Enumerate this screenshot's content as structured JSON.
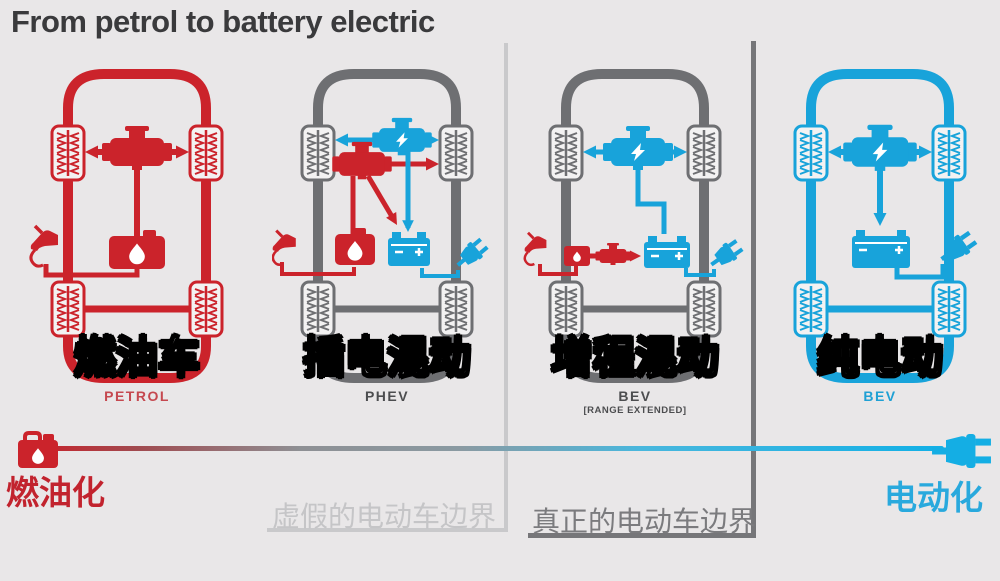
{
  "title": "From petrol to battery electric",
  "cars": [
    {
      "type": "petrol",
      "name_zh": "燃油车",
      "name_en": "PETROL",
      "name_en_sub": "",
      "icons": [
        "petrol-engine-icon",
        "fuel-tank-icon",
        "pump-nozzle-icon"
      ]
    },
    {
      "type": "phev",
      "name_zh": "插电混动",
      "name_en": "PHEV",
      "name_en_sub": "",
      "icons": [
        "electric-motor-icon",
        "petrol-engine-icon",
        "fuel-tank-icon",
        "pump-nozzle-icon",
        "battery-icon",
        "charge-plug-icon"
      ]
    },
    {
      "type": "erev",
      "name_zh": "增程混动",
      "name_en": "BEV",
      "name_en_sub": "[RANGE EXTENDED]",
      "icons": [
        "electric-motor-icon",
        "range-extender-icon",
        "fuel-tank-icon",
        "pump-nozzle-icon",
        "battery-icon",
        "charge-plug-icon"
      ]
    },
    {
      "type": "bev",
      "name_zh": "纯电动",
      "name_en": "BEV",
      "name_en_sub": "",
      "icons": [
        "electric-motor-icon",
        "battery-icon",
        "charge-plug-icon"
      ]
    }
  ],
  "axis": {
    "left_label": "燃油化",
    "right_label": "电动化",
    "left_icon": "fuel-canister-icon",
    "right_icon": "power-plug-icon"
  },
  "boundaries": {
    "fake_label": "虚假的电动车边界",
    "real_label": "真正的电动车边界"
  },
  "colors": {
    "red": "#cb232b",
    "blue": "#18a3da",
    "gray": "#6e6f72",
    "background": "#e9e7e8",
    "title_text": "#3a3a3c",
    "petrol_en_text": "#c5484f",
    "gray_en_text": "#4c4d4f",
    "bev_en_text": "#1fa0d4",
    "fuel_label_text": "#c2232e",
    "electric_label_text": "#29a9dd",
    "fake_boundary": "#c9c9cb",
    "real_boundary": "#767679"
  }
}
